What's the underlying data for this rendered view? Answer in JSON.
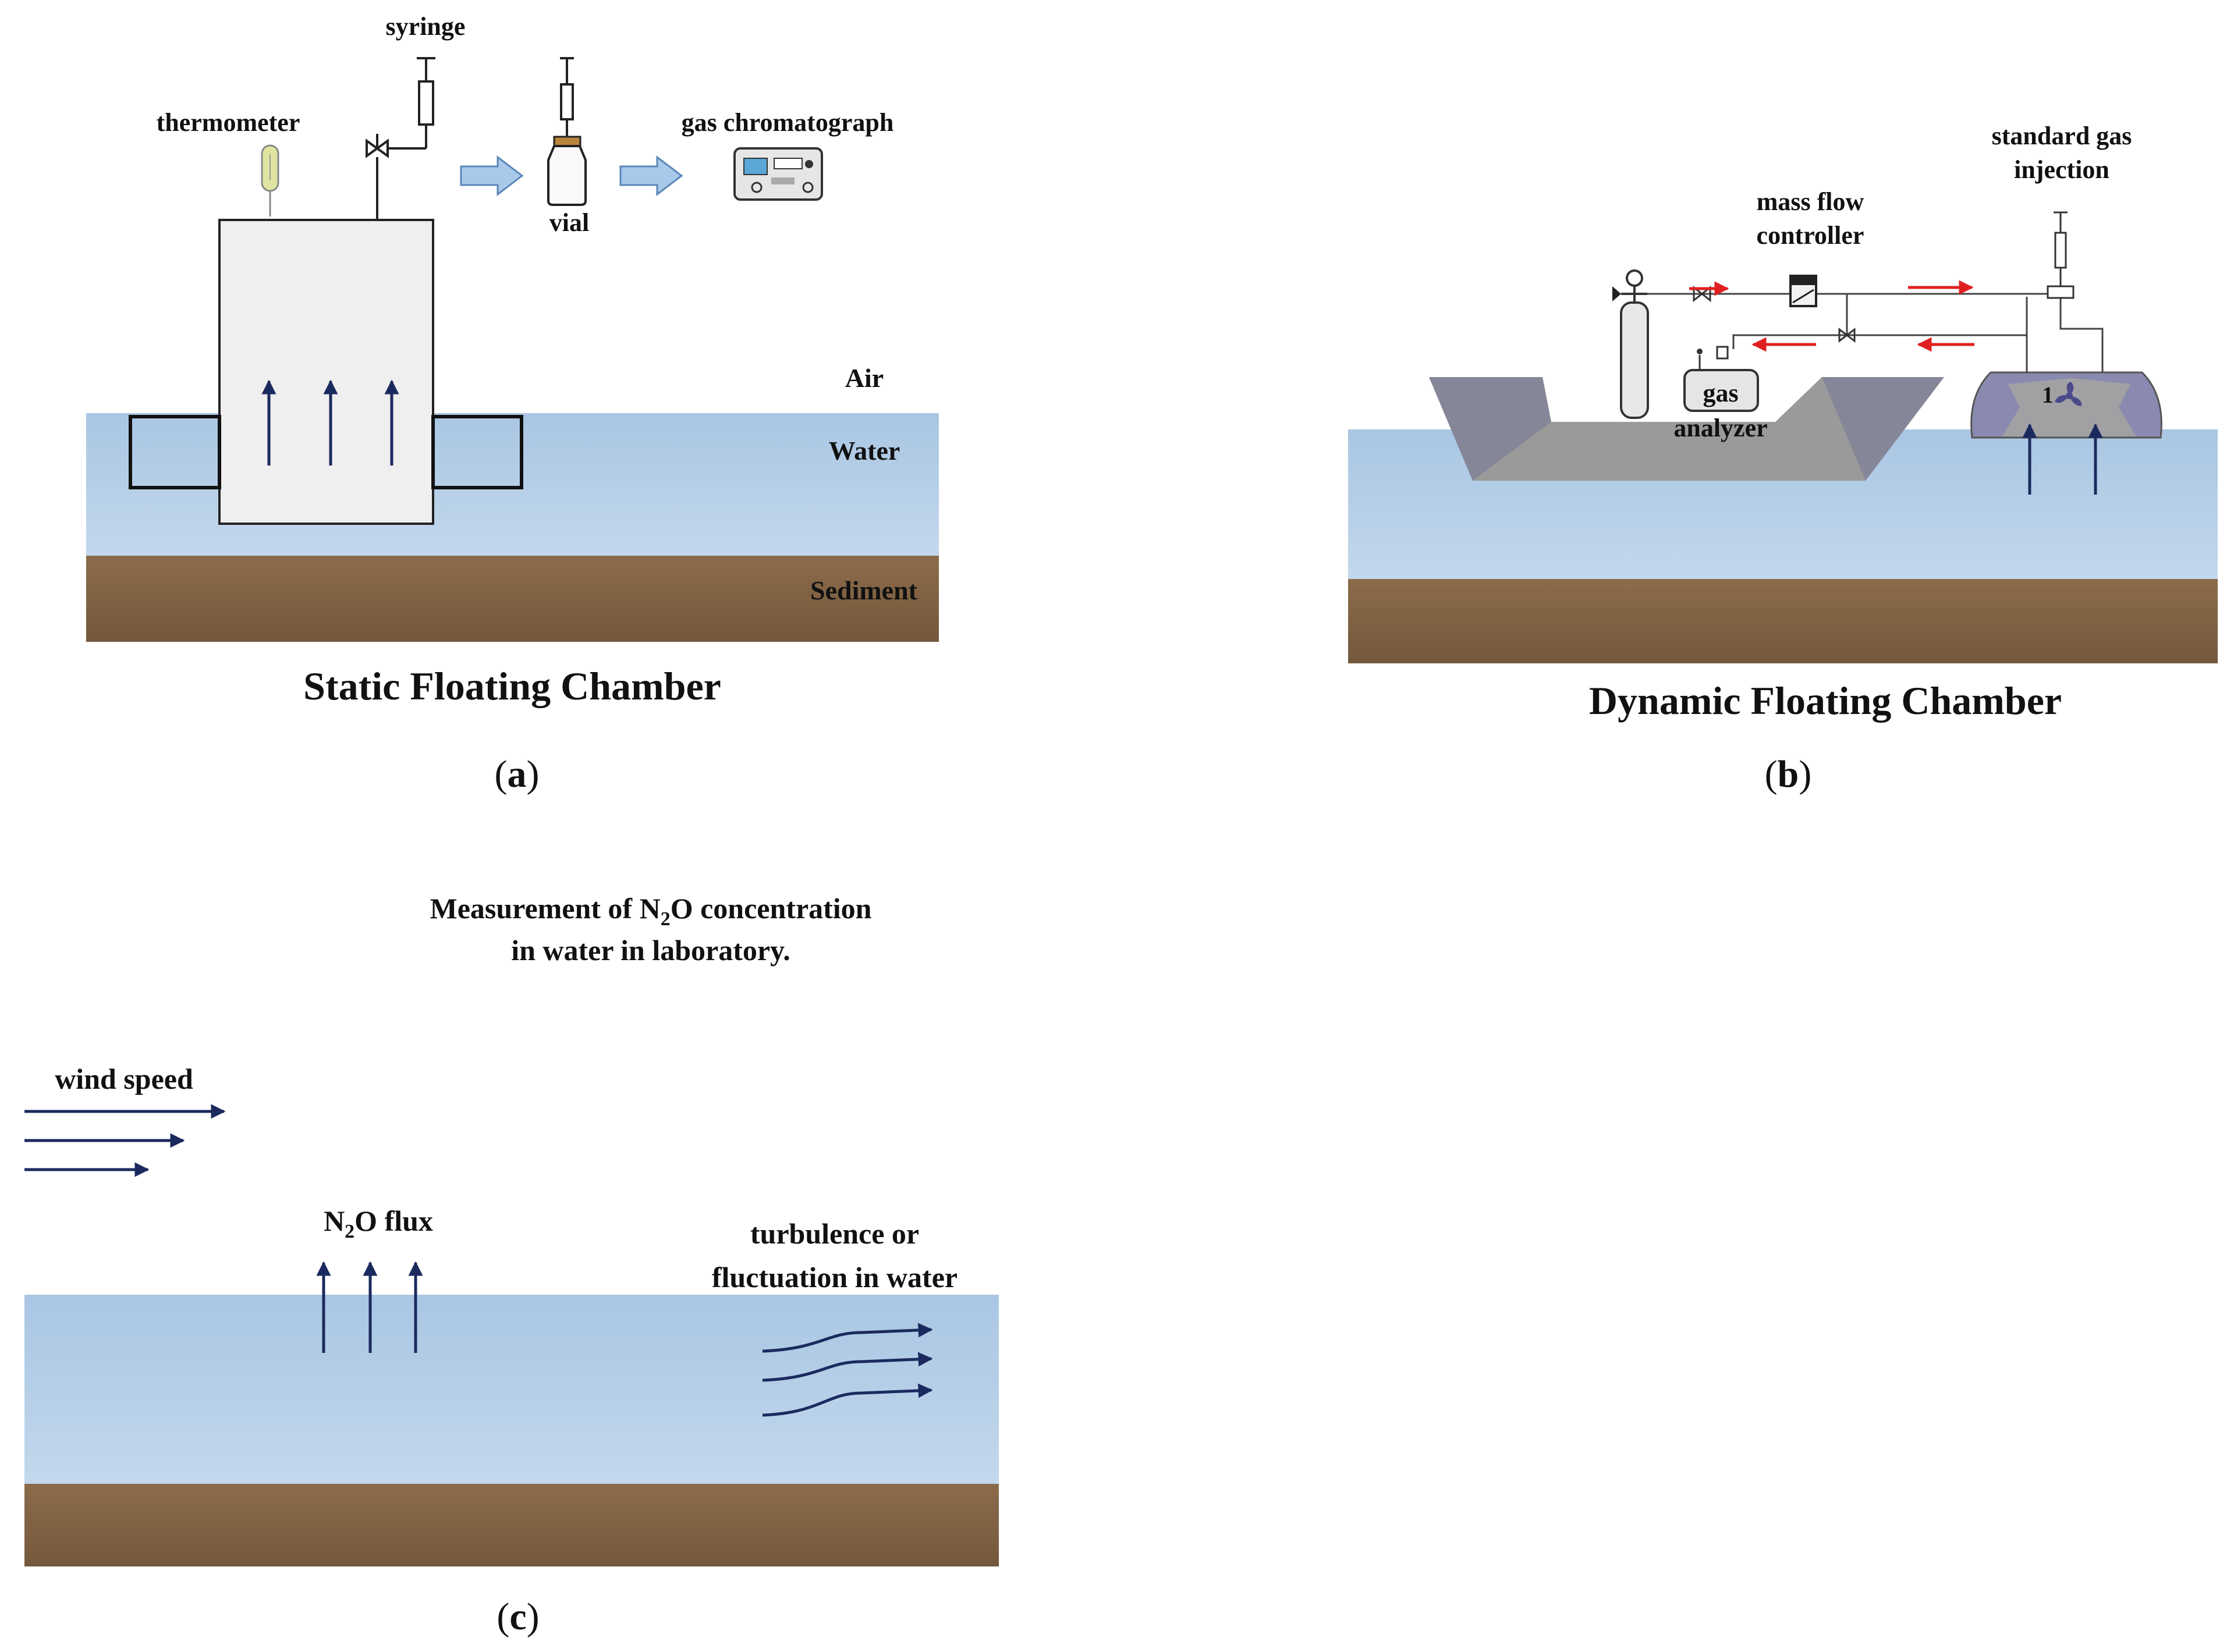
{
  "panel_a": {
    "labels": {
      "syringe": "syringe",
      "thermometer": "thermometer",
      "gas_chromatograph": "gas chromatograph",
      "vial": "vial",
      "air": "Air",
      "water": "Water",
      "sediment": "Sediment"
    },
    "title": "Static Floating Chamber",
    "panel_open": "(",
    "panel_letter": "a",
    "panel_close": ")"
  },
  "panel_b": {
    "labels": {
      "standard_gas_line1": "standard gas",
      "standard_gas_line2": "injection",
      "mass_flow_line1": "mass flow",
      "mass_flow_line2": "controller",
      "gas_analyzer_line1": "gas",
      "gas_analyzer_line2": "analyzer",
      "fan_number": "1"
    },
    "title": "Dynamic Floating Chamber",
    "panel_open": "(",
    "panel_letter": "b",
    "panel_close": ")"
  },
  "panel_c": {
    "note_line1_a": "Measurement of N",
    "note_line1_sub": "2",
    "note_line1_b": "O concentration",
    "note_line2": "in water in laboratory.",
    "wind_speed": "wind speed",
    "flux_a": "N",
    "flux_sub": "2",
    "flux_b": "O flux",
    "turbulence_line1": "turbulence or",
    "turbulence_line2": "fluctuation in water",
    "panel_open": "(",
    "panel_letter": "c",
    "panel_close": ")"
  },
  "colors": {
    "water": "#bcd4ea",
    "water_surface": "#a9c6e3",
    "sediment": "#7a5c40",
    "sediment_top": "#8b6b4a",
    "arrow_blue": "#1b2a5e",
    "red_arrow": "#e02020",
    "boat": "#9a9a9a",
    "boat_shade": "#7f7f98",
    "chamber_fill": "#efefef",
    "process_arrow": "#a9c9ea",
    "dyn_chamber": "#8a8ab0"
  }
}
